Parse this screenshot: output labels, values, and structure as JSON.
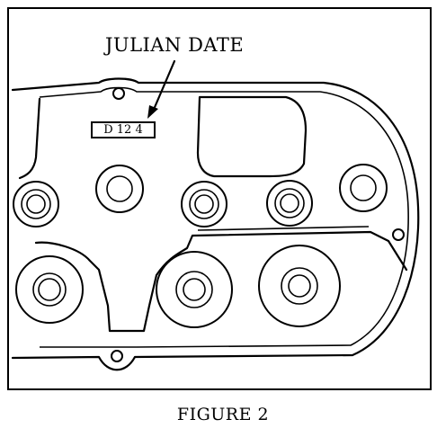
{
  "figure": {
    "callout_label": "JULIAN DATE",
    "date_code": "D 12 4",
    "caption": "FIGURE 2"
  },
  "colors": {
    "ink": "#000000",
    "paper": "#ffffff"
  }
}
